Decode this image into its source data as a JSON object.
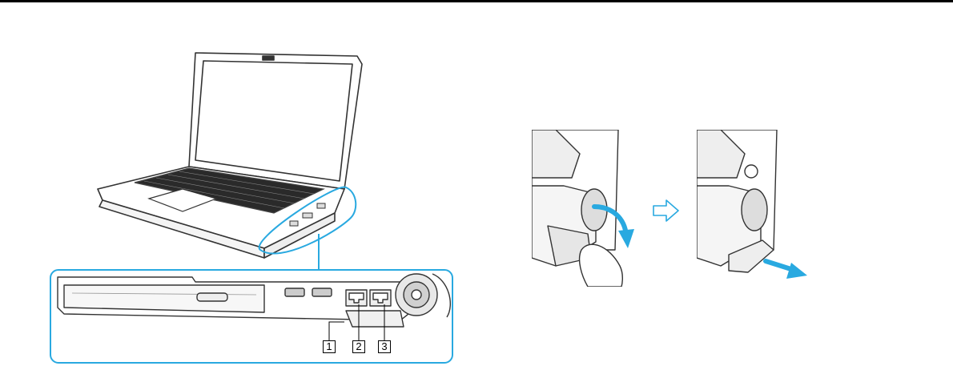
{
  "callouts": [
    {
      "label": "1"
    },
    {
      "label": "2"
    },
    {
      "label": "3"
    }
  ],
  "colors": {
    "highlight": "#29a9e0",
    "arrow": "#29a9e0",
    "line": "#000000"
  },
  "icons": {
    "step_arrow": "hollow-right-arrow-icon",
    "pull_arrow": "blue-arrow-icon",
    "curve_arrow": "blue-curved-arrow-icon"
  }
}
